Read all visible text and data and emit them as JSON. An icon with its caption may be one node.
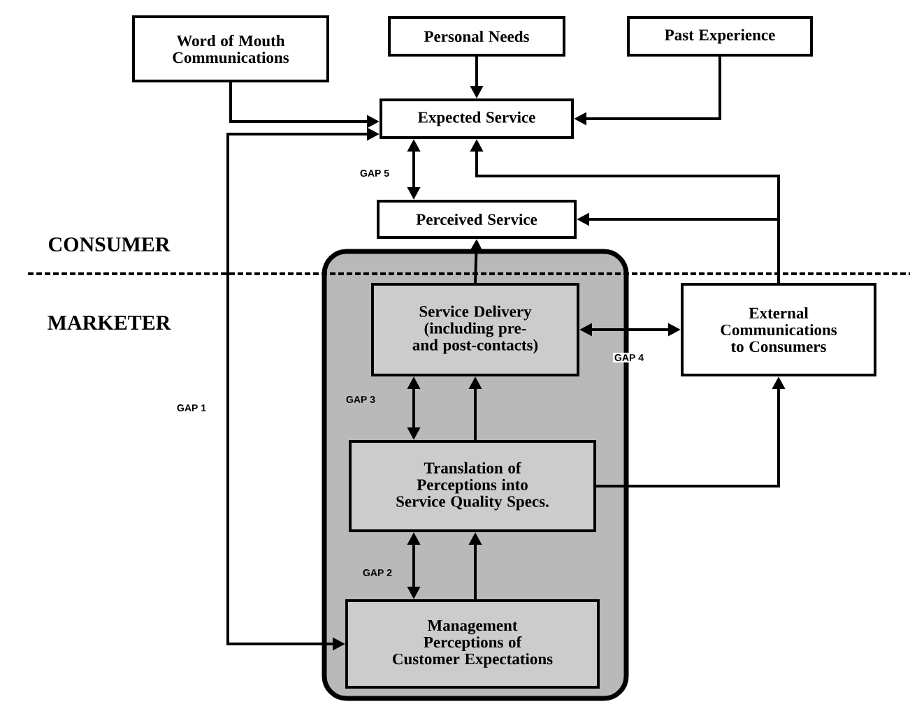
{
  "diagram": {
    "nodes": [
      {
        "text": [
          "Word of Mouth Communications"
        ]
      },
      {
        "text": [
          "Personal Needs"
        ]
      },
      {
        "text": [
          "Past Experience"
        ]
      },
      {
        "text": [
          "Expected Service"
        ]
      },
      {
        "text": [
          "Perceived Service"
        ]
      },
      {
        "text": [],
        "shape": "box"
      },
      {
        "text": [
          "Service Delivery (including pre- and post-contacts)"
        ],
        "in": 5
      },
      {
        "text": [
          "External Communications to Consumers"
        ]
      },
      {
        "text": [
          "Translation of Perceptions into Service Quality Specs."
        ],
        "in": 5
      },
      {
        "text": [
          "Management Perceptions of Customer Expectations"
        ],
        "in": 5
      }
    ],
    "edges": [
      {
        "from": 0,
        "to": 3,
        "arrow": "to"
      },
      {
        "from": 1,
        "to": 3,
        "arrow": "to"
      },
      {
        "from": 2,
        "to": 3,
        "arrow": "to"
      },
      {
        "from": 3,
        "to": 4,
        "arrow": "both",
        "label": "GAP 5"
      },
      {
        "from": 7,
        "to": 3,
        "arrow": "to"
      },
      {
        "from": 7,
        "to": 4,
        "arrow": "to"
      },
      {
        "from": 6,
        "to": 4,
        "arrow": "to"
      },
      {
        "from": 6,
        "to": 7,
        "arrow": "both",
        "label": "GAP 4"
      },
      {
        "from": 6,
        "to": 8,
        "arrow": "both",
        "label": "GAP 3"
      },
      {
        "from": 8,
        "to": 6,
        "arrow": "to"
      },
      {
        "from": 8,
        "to": 7,
        "arrow": "to"
      },
      {
        "from": 8,
        "to": 9,
        "arrow": "both",
        "label": "GAP 2"
      },
      {
        "from": 9,
        "to": 8,
        "arrow": "to"
      },
      {
        "from": 3,
        "to": 9,
        "arrow": "both",
        "label": "GAP 1"
      }
    ],
    "labels": [
      "CONSUMER",
      "MARKETER"
    ]
  }
}
